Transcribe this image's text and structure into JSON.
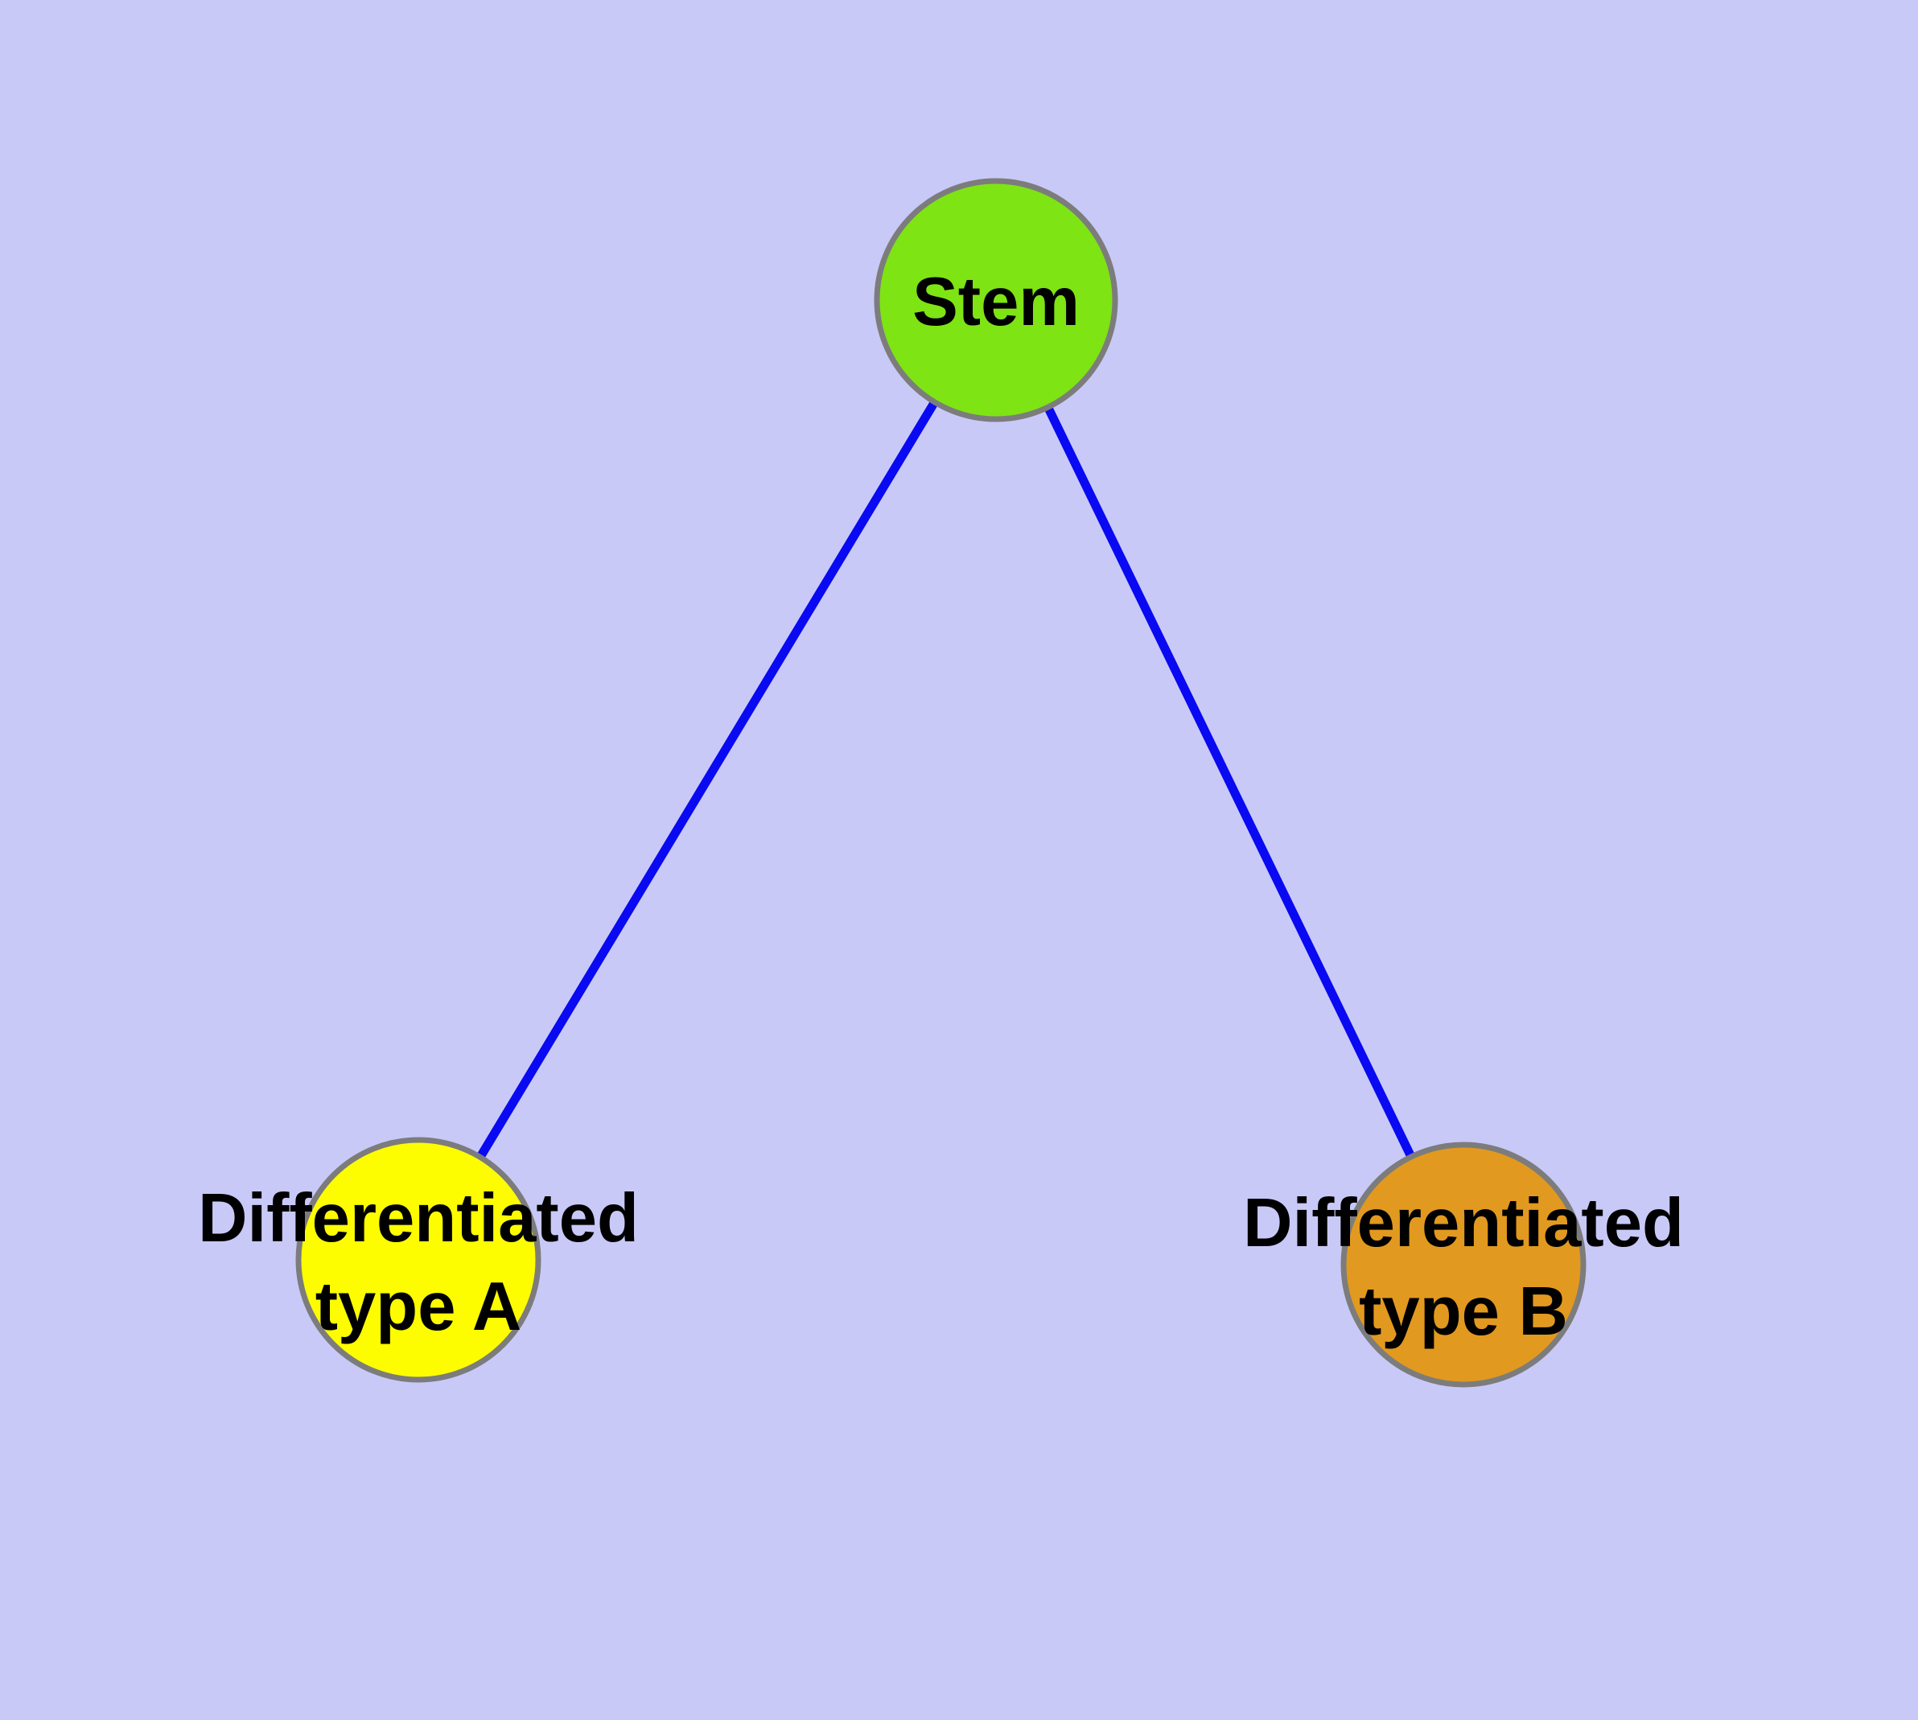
{
  "diagram": {
    "type": "node-link-graph",
    "background_color": "#c9c9f8",
    "edge_color": "#0909f2",
    "node_border_color": "#7c7c7c",
    "text_color": "#000000",
    "nodes": [
      {
        "id": "stem",
        "label": "Stem",
        "lines": [
          "Stem"
        ],
        "color": "#7ee414"
      },
      {
        "id": "differentiated-type-a",
        "label": "Differentiated type A",
        "lines": [
          "Differentiated",
          "type A"
        ],
        "color": "#fdfd00"
      },
      {
        "id": "differentiated-type-b",
        "label": "Differentiated type B",
        "lines": [
          "Differentiated",
          "type B"
        ],
        "color": "#e2991f"
      }
    ],
    "edges": [
      {
        "from": "Stem",
        "to": "Differentiated type A"
      },
      {
        "from": "Stem",
        "to": "Differentiated type B"
      }
    ]
  }
}
